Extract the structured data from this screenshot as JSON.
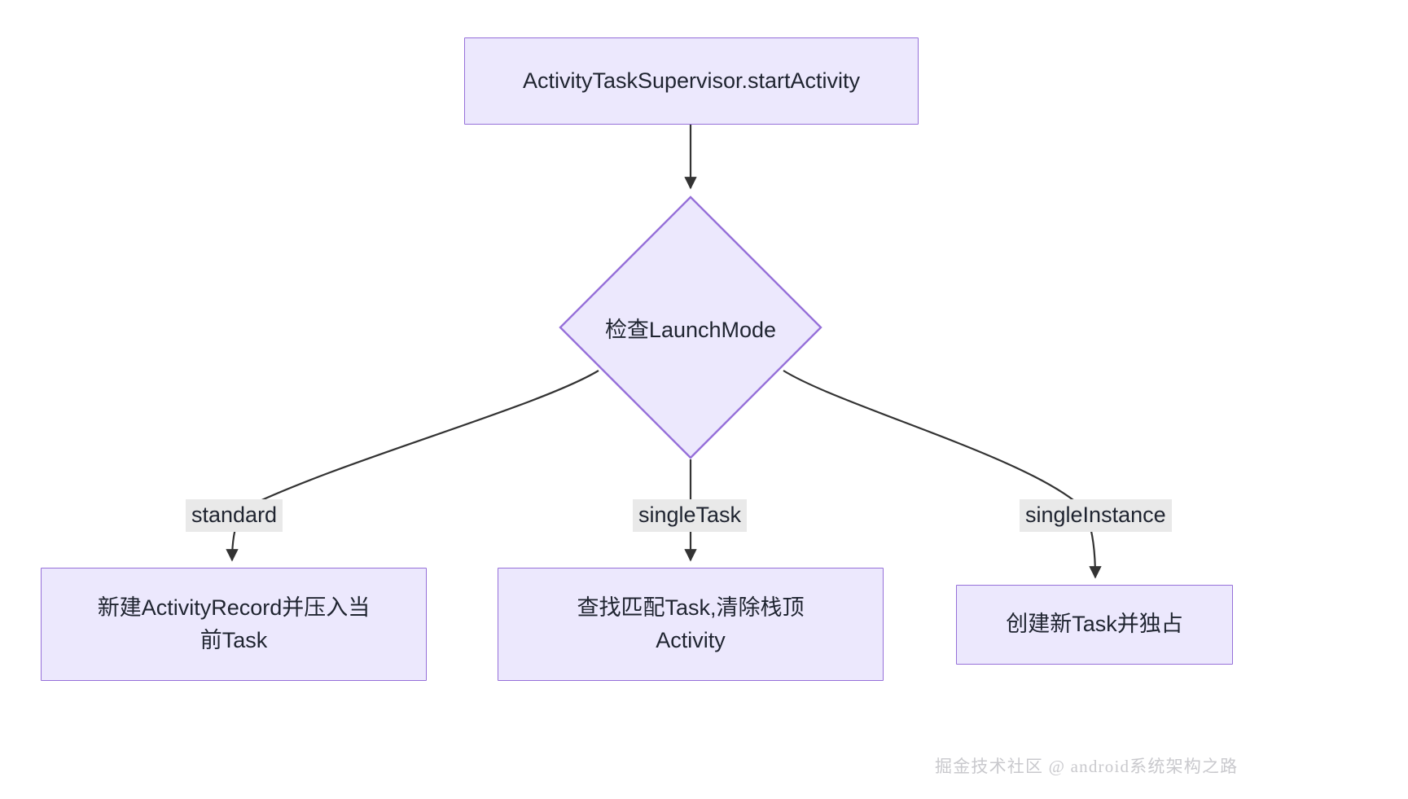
{
  "diagram": {
    "type": "flowchart",
    "direction": "top-down",
    "title": "Activity LaunchMode flow",
    "theme": {
      "node_fill": "#ece8fd",
      "node_stroke": "#9670d9",
      "node_text": "#1f2430",
      "edge_stroke": "#333333",
      "edge_label_bg": "#e9e9e9",
      "canvas_bg": "#ffffff",
      "watermark_color": "#c9c9cd"
    },
    "nodes": [
      {
        "id": "start",
        "shape": "rect",
        "label": "ActivityTaskSupervisor.startActivity"
      },
      {
        "id": "decision",
        "shape": "diamond",
        "label": "检查LaunchMode"
      },
      {
        "id": "standard",
        "shape": "rect",
        "label": "新建ActivityRecord并压入当\n前Task"
      },
      {
        "id": "singletask",
        "shape": "rect",
        "label": "查找匹配Task,清除栈顶\nActivity"
      },
      {
        "id": "singleinstance",
        "shape": "rect",
        "label": "创建新Task并独占"
      }
    ],
    "edges": [
      {
        "from": "start",
        "to": "decision",
        "label": ""
      },
      {
        "from": "decision",
        "to": "standard",
        "label": "standard"
      },
      {
        "from": "decision",
        "to": "singletask",
        "label": "singleTask"
      },
      {
        "from": "decision",
        "to": "singleinstance",
        "label": "singleInstance"
      }
    ]
  },
  "watermark": {
    "text": "掘金技术社区 @ android系统架构之路"
  }
}
